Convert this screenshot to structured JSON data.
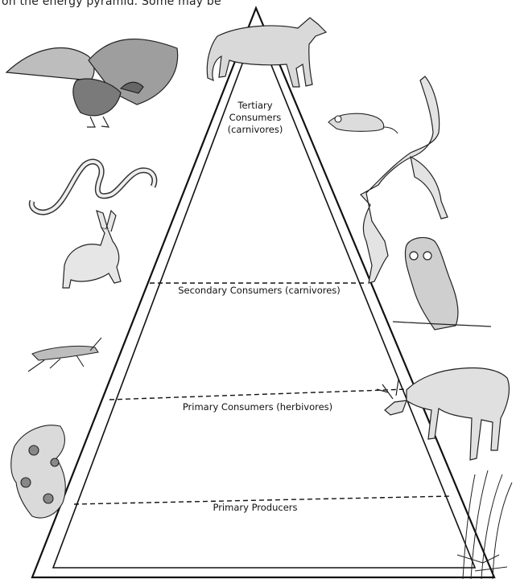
{
  "header_text": "on the energy pyramid. Some may be",
  "levels": {
    "tertiary": [
      "Tertiary",
      "Consumers",
      "(carnivores)"
    ],
    "secondary": "Secondary Consumers (carnivores)",
    "primary_consumers": "Primary Consumers (herbivores)",
    "producers": "Primary Producers"
  },
  "organisms": [
    "eagle-drawing",
    "coyote-drawing",
    "mouse-drawing",
    "snake-drawing",
    "fox-drawing",
    "rabbit-drawing",
    "owl-drawing",
    "grasshopper-drawing",
    "deer-drawing",
    "berry-bush-drawing",
    "grass-drawing"
  ]
}
